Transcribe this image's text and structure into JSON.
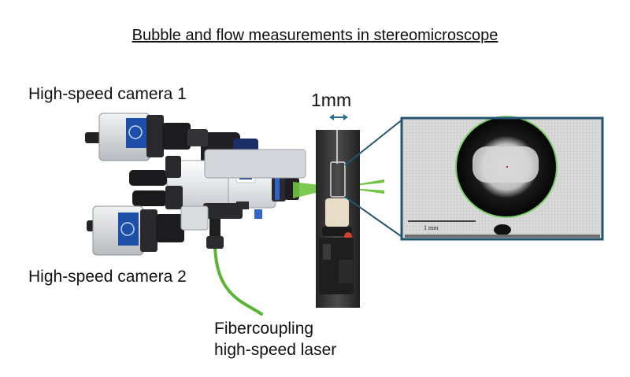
{
  "title": "Bubble and flow measurements in stereomicroscope",
  "labels": {
    "camera1": "High-speed camera 1",
    "camera2": "High-speed camera 2",
    "scale": "1mm",
    "fiber_line1": "Fibercoupling",
    "fiber_line2": "high-speed laser",
    "inset_scale": "1 mm"
  },
  "colors": {
    "laser_beam": "#6ec43f",
    "fiber": "#5bb432",
    "inset_frame": "#24556e",
    "scale_arrow": "#2a6f8f",
    "camera_body": "#d9dcdf",
    "camera_badge": "#1d4fa8",
    "microscope_body": "#e7e9ec",
    "microscope_dark": "#1f1f22",
    "bubble_outline": "#7cd06a"
  }
}
